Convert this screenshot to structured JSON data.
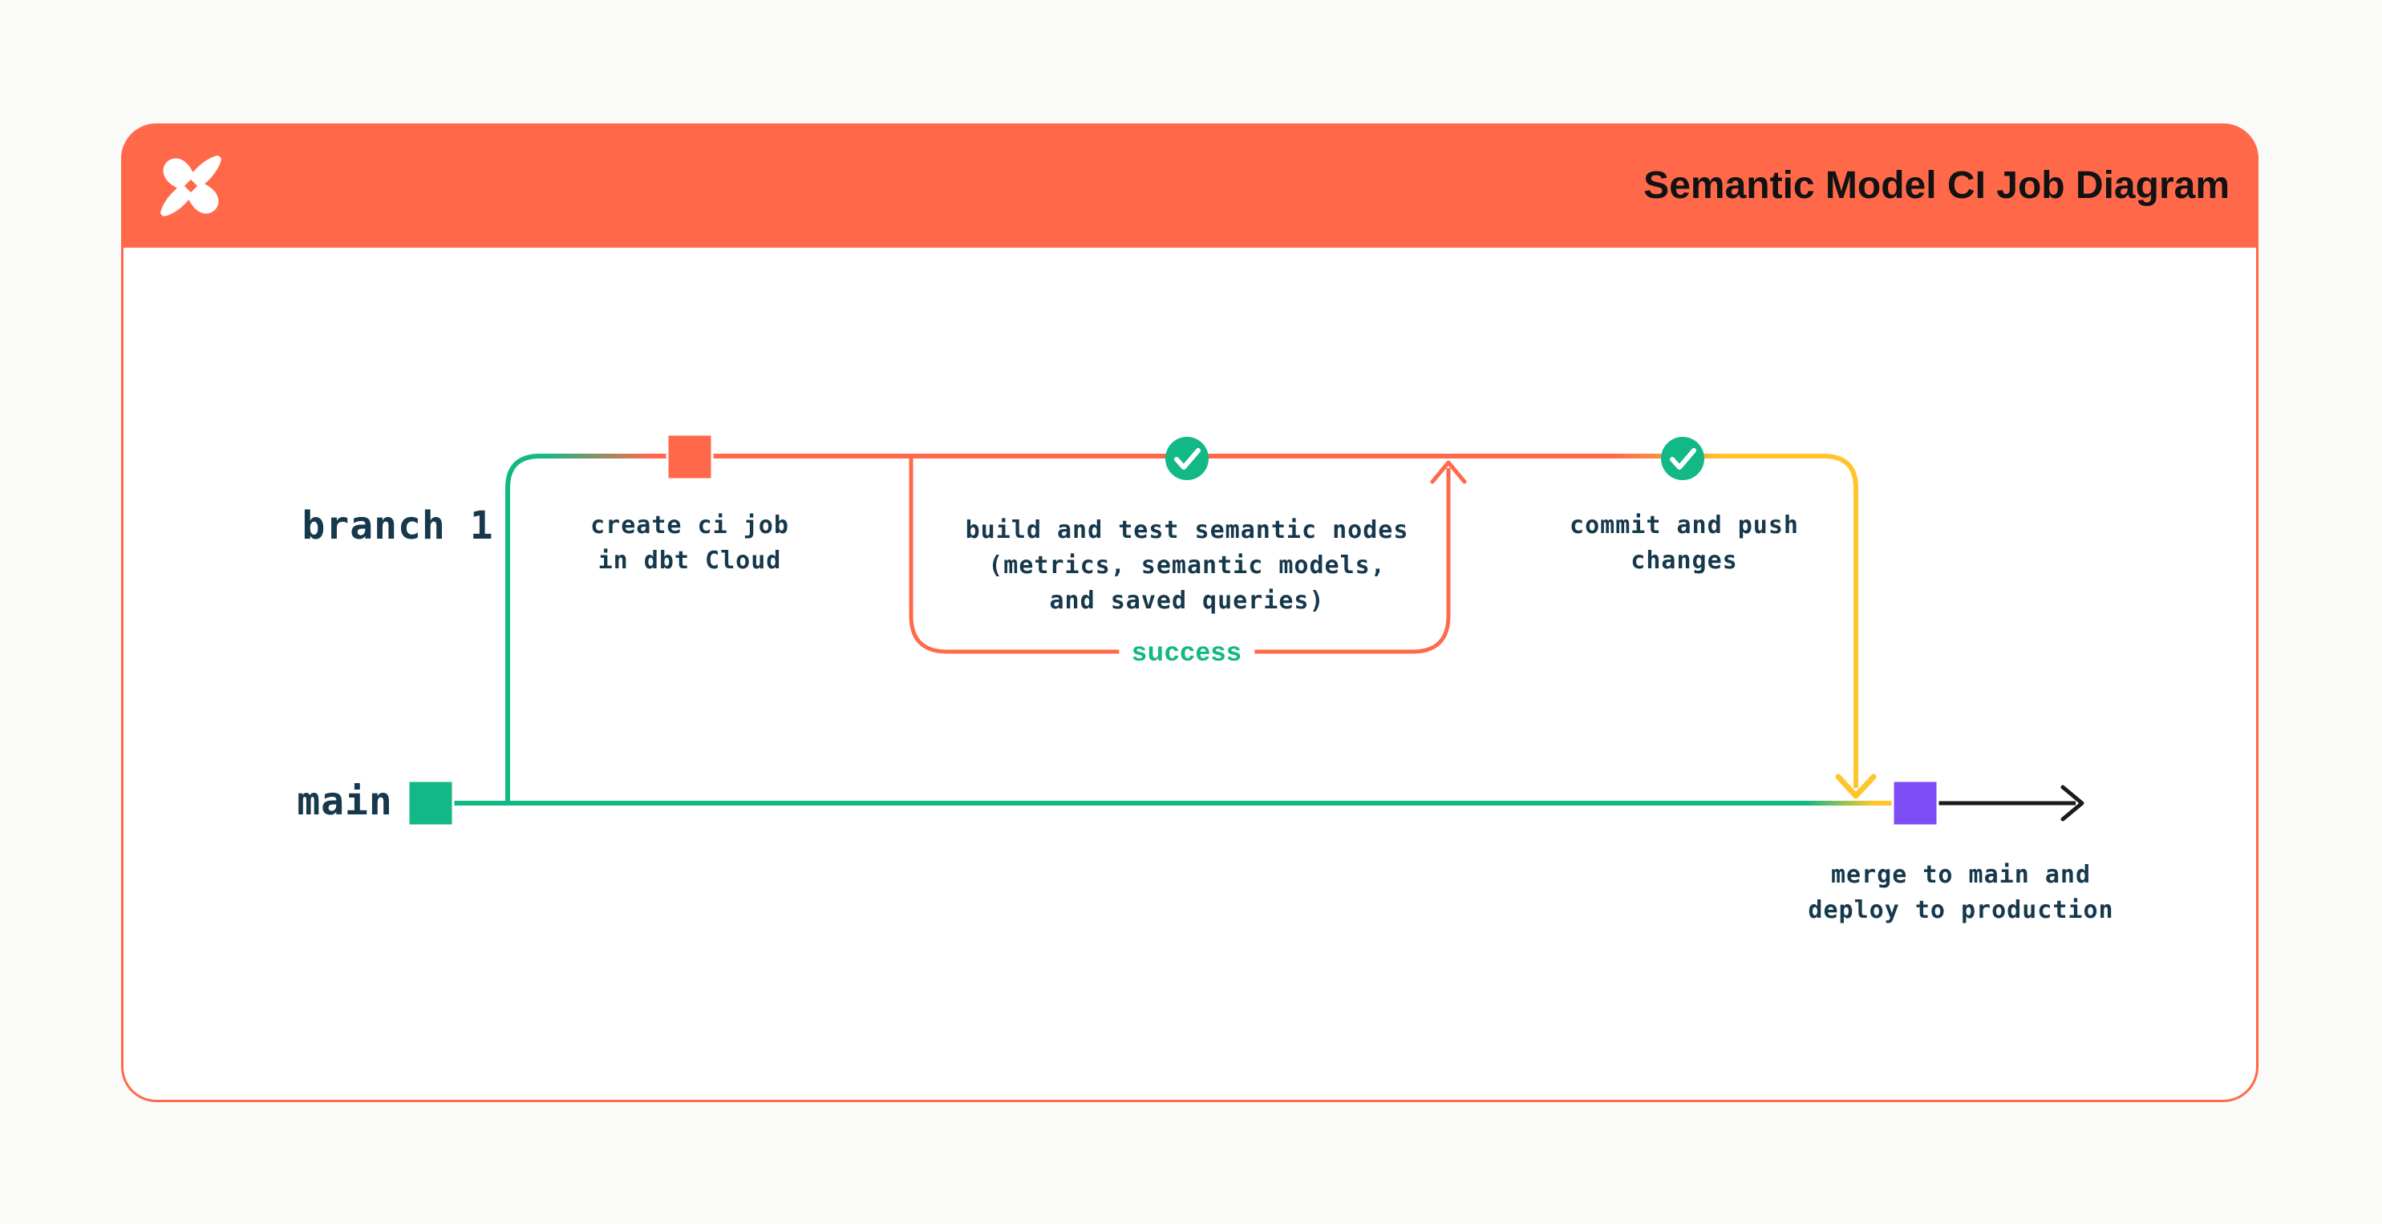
{
  "header": {
    "title": "Semantic Model CI Job Diagram",
    "logo": "dbt-logo",
    "background": "#FF694A"
  },
  "diagram": {
    "branch_label": "branch 1",
    "main_label": "main",
    "steps": {
      "create_ci_job": "create ci job\nin dbt Cloud",
      "build_and_test": "build and test semantic nodes\n(metrics, semantic models,\nand saved queries)",
      "success_label": "success",
      "commit_and_push": "commit and push\nchanges",
      "merge_and_deploy": "merge to main and\ndeploy to production"
    },
    "colors": {
      "orange": "#FF694A",
      "green": "#12B886",
      "yellow": "#FFC62B",
      "purple": "#7D4CF5",
      "text_dark": "#16384C",
      "arrow_black": "#1A1A1A",
      "card_background": "#FFFFFF",
      "page_background": "#FAFAF9"
    }
  }
}
